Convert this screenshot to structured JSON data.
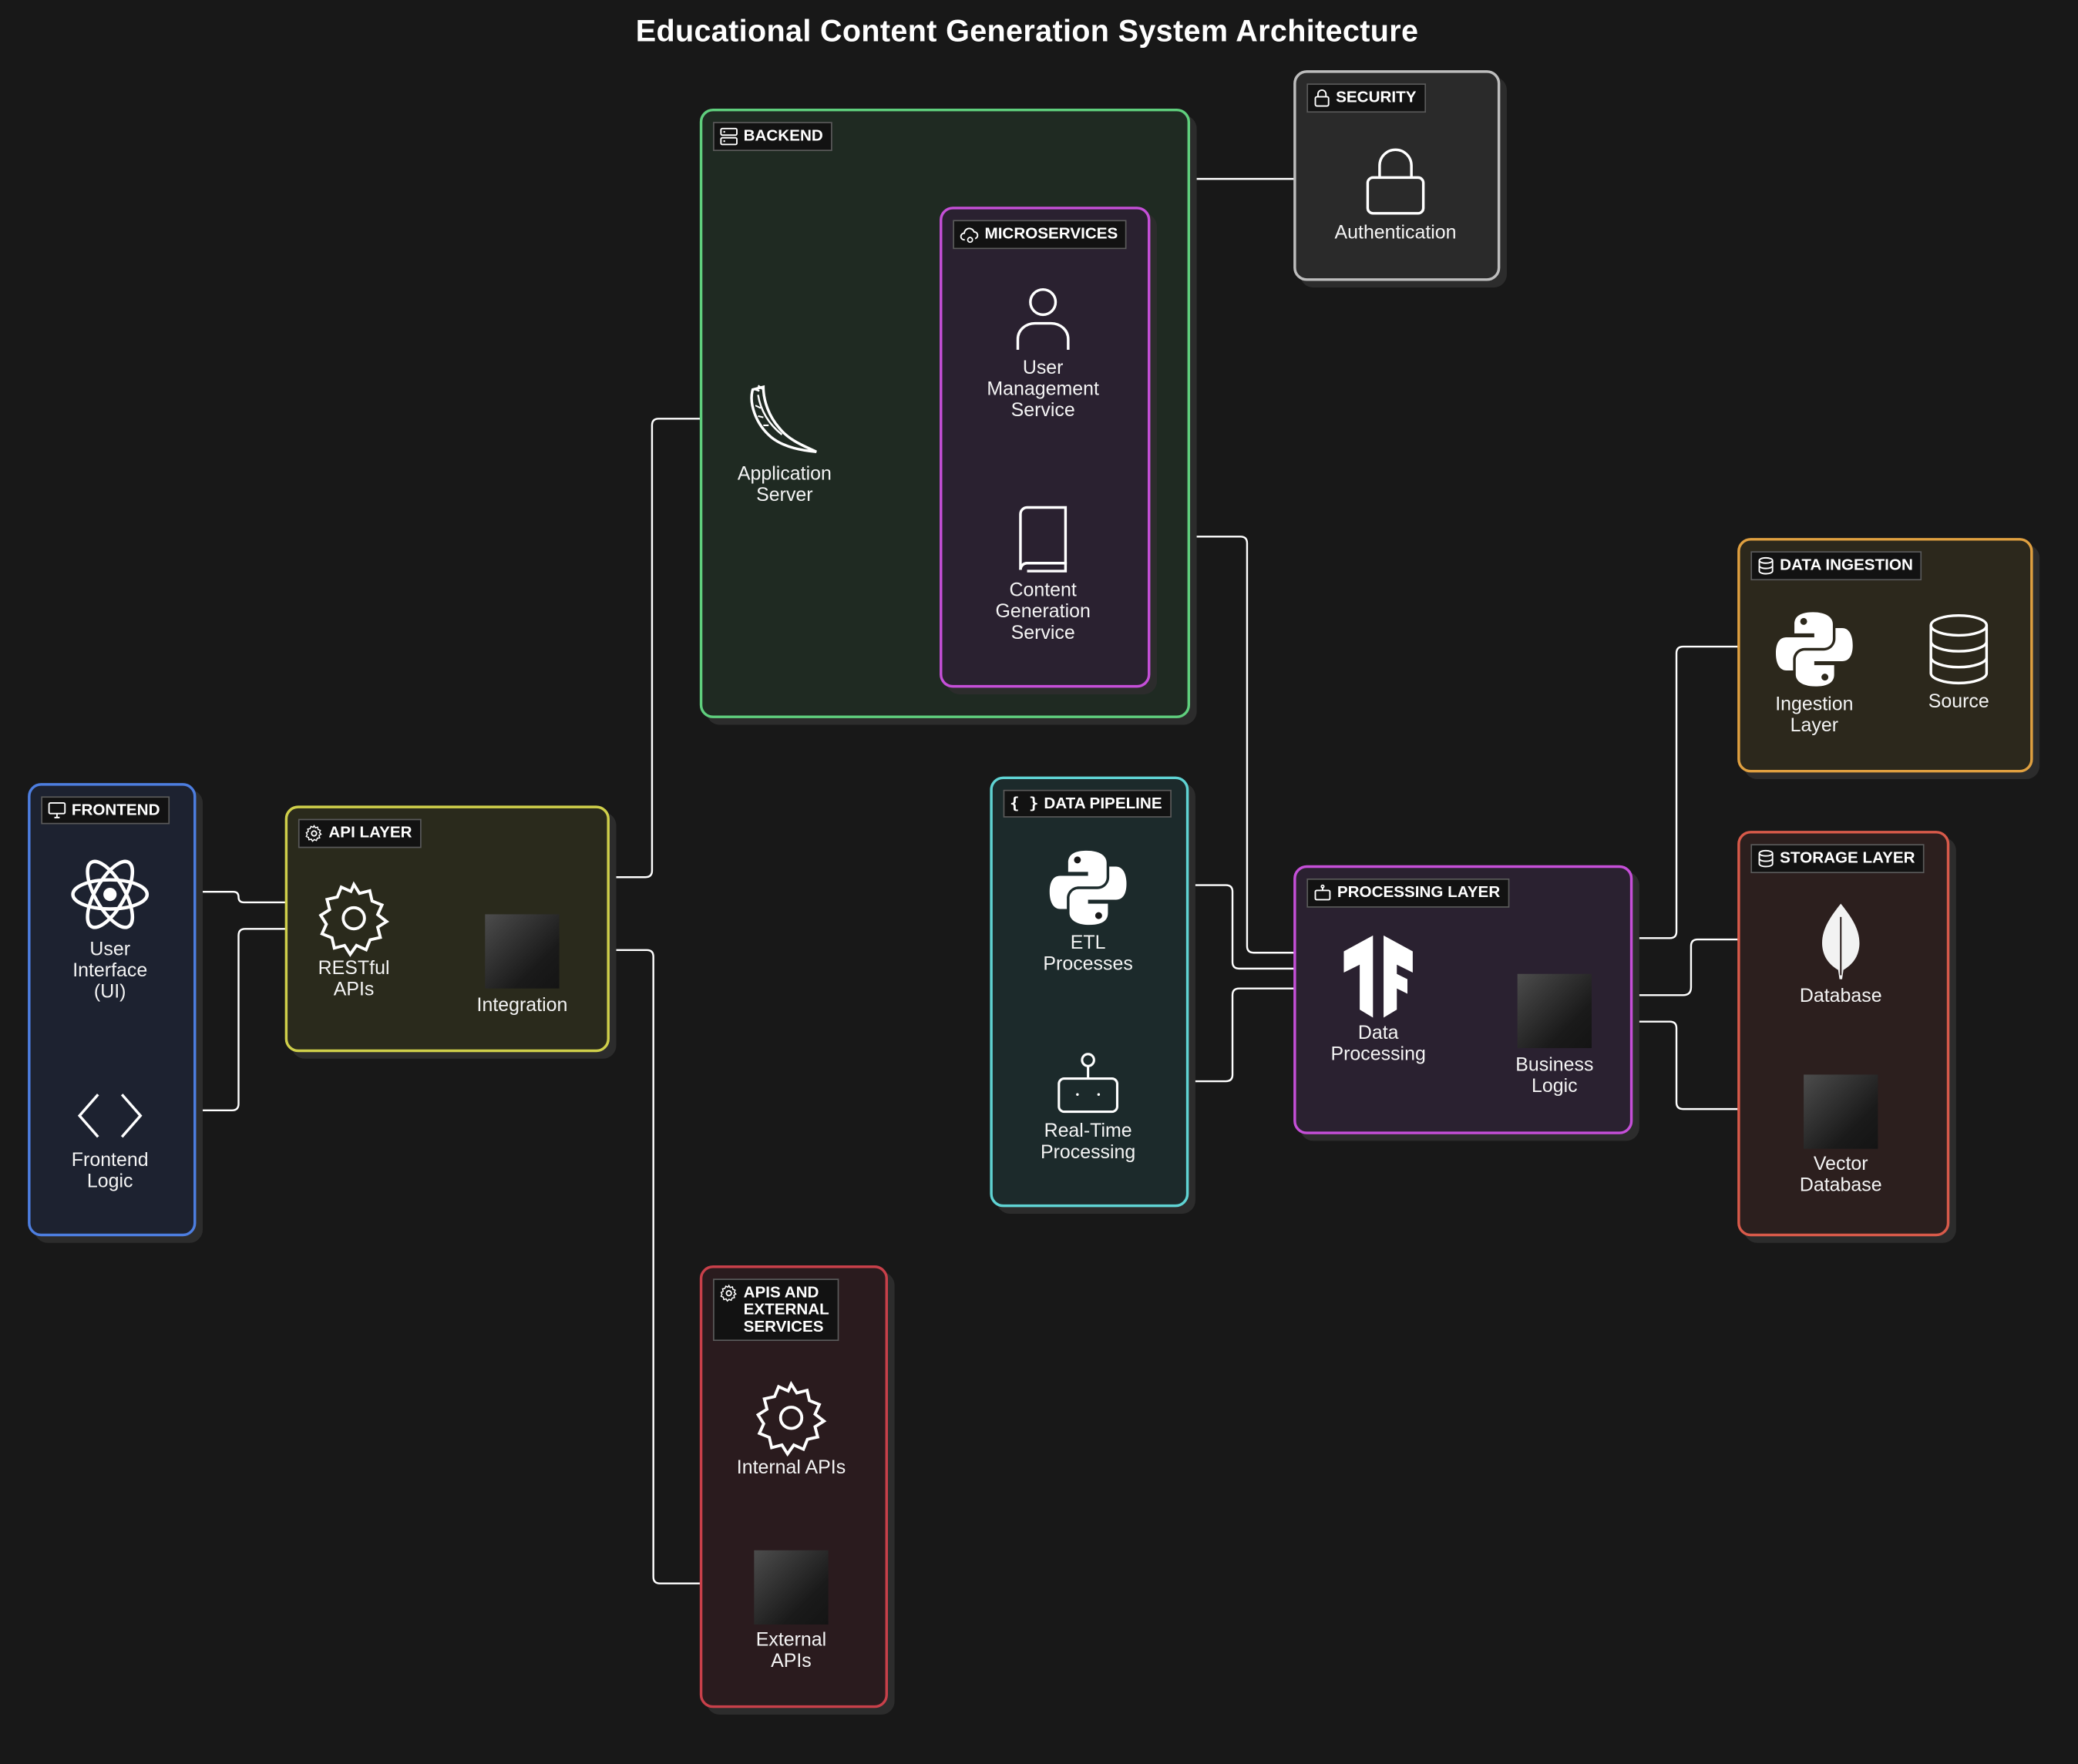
{
  "title": "Educational Content Generation System Architecture",
  "groups": {
    "frontend": {
      "label": "FRONTEND",
      "color": "#4d7ee0"
    },
    "api_layer": {
      "label": "API LAYER",
      "color": "#cfcf4a"
    },
    "backend": {
      "label": "BACKEND",
      "color": "#5fcf7d"
    },
    "microservices": {
      "label": "MICROSERVICES",
      "color": "#c54fd8"
    },
    "security": {
      "label": "SECURITY",
      "color": "#bdbdbd"
    },
    "data_pipeline": {
      "label": "DATA PIPELINE",
      "color": "#5fd3d3"
    },
    "processing_layer": {
      "label": "PROCESSING LAYER",
      "color": "#c54fd8"
    },
    "data_ingestion": {
      "label": "DATA INGESTION",
      "color": "#e0a040"
    },
    "storage_layer": {
      "label": "STORAGE LAYER",
      "color": "#d85a4a"
    },
    "apis_external": {
      "label": "APIS AND\nEXTERNAL\nSERVICES",
      "color": "#c8404a"
    }
  },
  "nodes": {
    "user_interface": {
      "label": "User\nInterface\n(UI)",
      "icon": "react-icon"
    },
    "frontend_logic": {
      "label": "Frontend\nLogic",
      "icon": "code-brackets-icon"
    },
    "restful_apis": {
      "label": "RESTful\nAPIs",
      "icon": "gear-icon"
    },
    "integration": {
      "label": "Integration",
      "icon": "placeholder-square-icon"
    },
    "application_server": {
      "label": "Application\nServer",
      "icon": "flask-icon"
    },
    "user_management": {
      "label": "User\nManagement\nService",
      "icon": "user-icon"
    },
    "content_generation": {
      "label": "Content\nGeneration\nService",
      "icon": "book-icon"
    },
    "authentication": {
      "label": "Authentication",
      "icon": "lock-icon"
    },
    "etl_processes": {
      "label": "ETL\nProcesses",
      "icon": "python-icon"
    },
    "realtime_processing": {
      "label": "Real-Time\nProcessing",
      "icon": "robot-icon"
    },
    "data_processing": {
      "label": "Data\nProcessing",
      "icon": "tensorflow-icon"
    },
    "business_logic": {
      "label": "Business\nLogic",
      "icon": "placeholder-square-icon"
    },
    "ingestion_layer": {
      "label": "Ingestion\nLayer",
      "icon": "python-icon"
    },
    "source": {
      "label": "Source",
      "icon": "database-icon"
    },
    "database": {
      "label": "Database",
      "icon": "leaf-icon"
    },
    "vector_database": {
      "label": "Vector\nDatabase",
      "icon": "placeholder-square-icon"
    },
    "internal_apis": {
      "label": "Internal APIs",
      "icon": "gear-icon"
    },
    "external_apis": {
      "label": "External\nAPIs",
      "icon": "placeholder-square-icon"
    }
  },
  "edges": [
    [
      "user_interface",
      "restful_apis"
    ],
    [
      "frontend_logic",
      "restful_apis"
    ],
    [
      "restful_apis",
      "application_server"
    ],
    [
      "restful_apis",
      "integration"
    ],
    [
      "integration",
      "external_apis"
    ],
    [
      "application_server",
      "authentication"
    ],
    [
      "application_server",
      "user_management"
    ],
    [
      "application_server",
      "content_generation"
    ],
    [
      "content_generation",
      "data_processing"
    ],
    [
      "etl_processes",
      "data_processing"
    ],
    [
      "realtime_processing",
      "data_processing"
    ],
    [
      "data_processing",
      "ingestion_layer"
    ],
    [
      "data_processing",
      "business_logic"
    ],
    [
      "ingestion_layer",
      "source"
    ],
    [
      "business_logic",
      "database"
    ],
    [
      "business_logic",
      "vector_database"
    ]
  ]
}
